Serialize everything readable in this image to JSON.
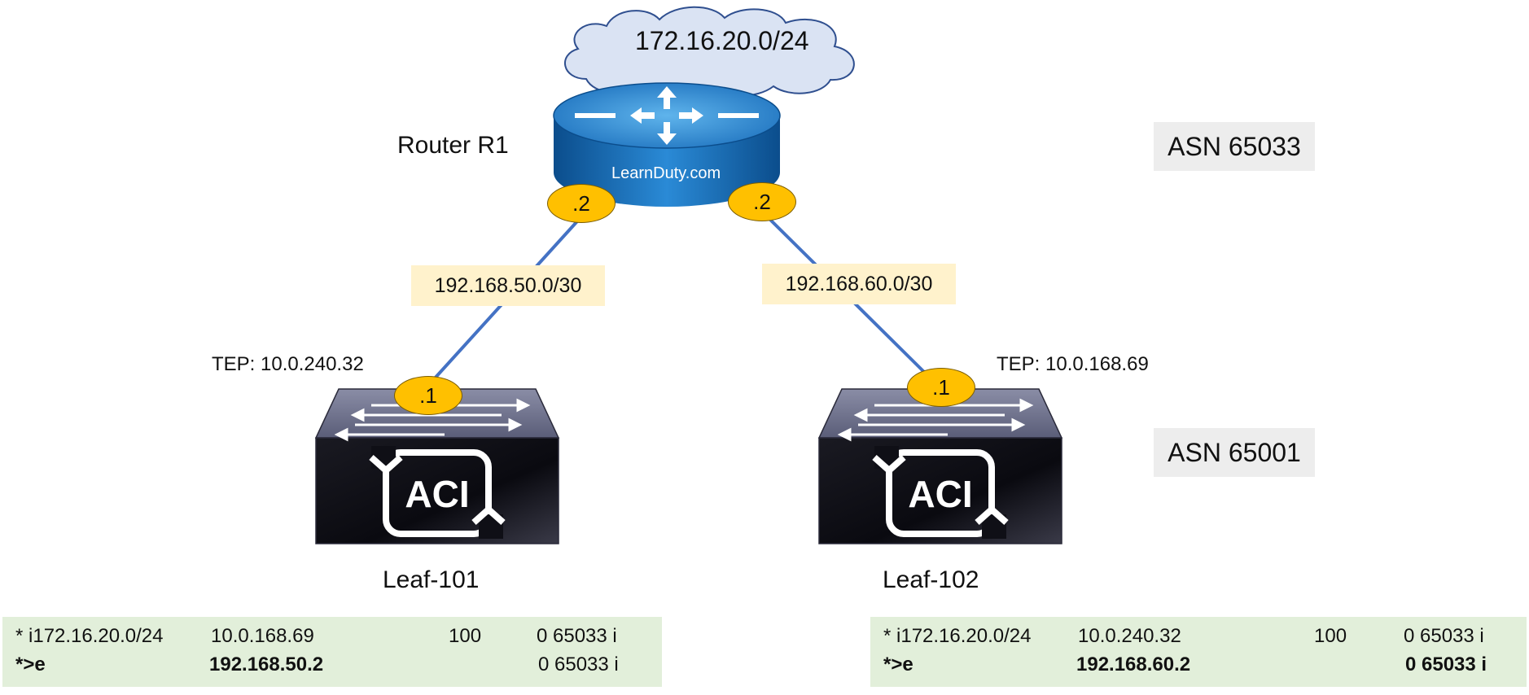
{
  "cloud": {
    "label": "172.16.20.0/24"
  },
  "router": {
    "name": "Router R1",
    "brand": "LearnDuty.com",
    "left_if": ".2",
    "right_if": ".2"
  },
  "asn_top": "ASN 65033",
  "asn_bottom": "ASN 65001",
  "links": {
    "left_subnet": "192.168.50.0/30",
    "right_subnet": "192.168.60.0/30"
  },
  "leaf_left": {
    "name": "Leaf-101",
    "tep": "TEP: 10.0.240.32",
    "if": ".1",
    "logo_text": "ACI"
  },
  "leaf_right": {
    "name": "Leaf-102",
    "tep": "TEP: 10.0.168.69",
    "if": ".1",
    "logo_text": "ACI"
  },
  "route_table_left": {
    "rows": [
      {
        "status": "* i172.16.20.0/24",
        "next_hop": "10.0.168.69",
        "locpref": "100",
        "path": "0 65033 i"
      },
      {
        "status": "*>e",
        "next_hop": "192.168.50.2",
        "locpref": "",
        "path": "0 65033 i"
      }
    ]
  },
  "route_table_right": {
    "rows": [
      {
        "status": "* i172.16.20.0/24",
        "next_hop": "10.0.240.32",
        "locpref": "100",
        "path": "0 65033 i"
      },
      {
        "status": "*>e",
        "next_hop": "192.168.60.2",
        "locpref": "",
        "path": "0 65033 i"
      }
    ]
  },
  "colors": {
    "link": "#4472c4",
    "router": "#1e6fb8",
    "badge": "#ffc000",
    "subnet_bg": "#fff2cc",
    "route_bg": "#e2efda",
    "asn_bg": "#ededed"
  }
}
